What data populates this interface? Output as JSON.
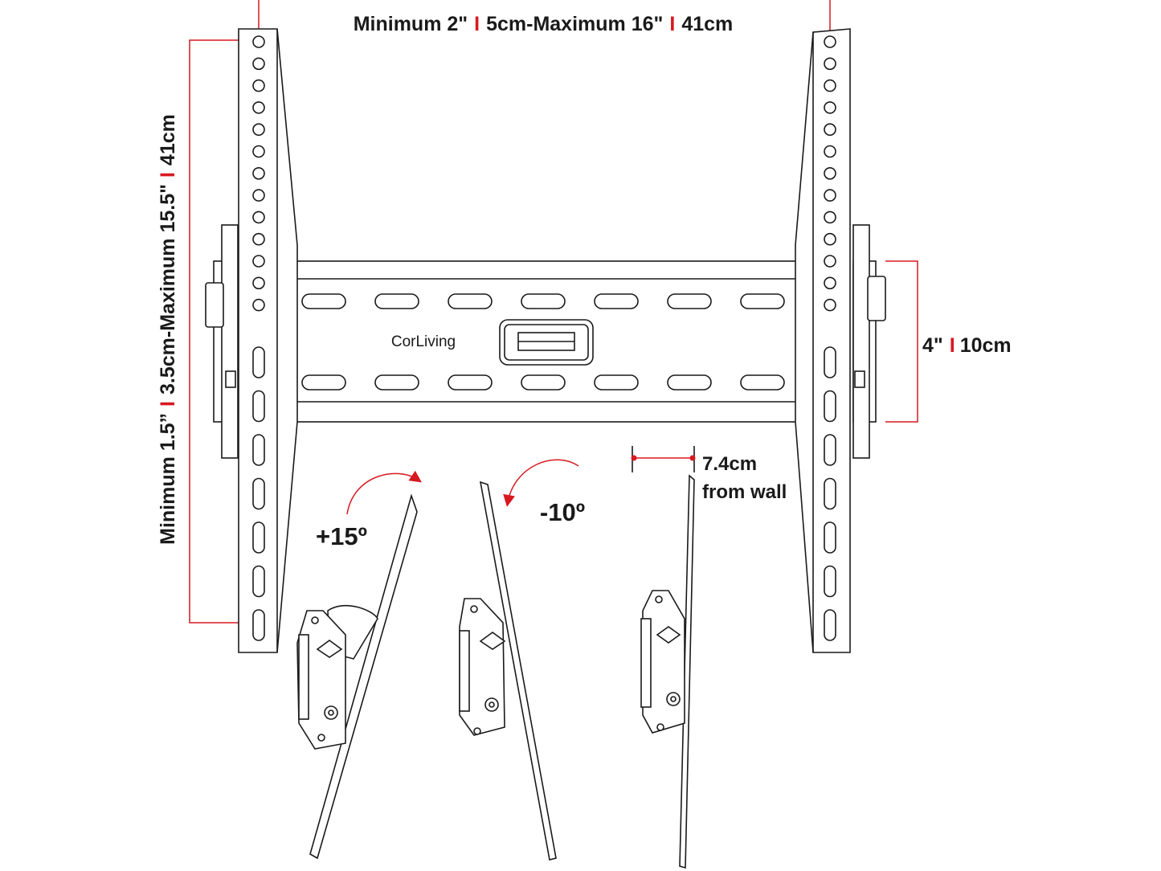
{
  "dimensions": {
    "width_min": "Minimum 2\"",
    "width_min_cm": "5cm-Maximum 16\"",
    "width_max_cm": "41cm",
    "height_min": "Minimum 1.5”",
    "height_mid": "3.5cm-Maximum 15.5\"",
    "height_max_cm": "41cm",
    "spacing_in": "4\"",
    "spacing_cm": "10cm",
    "separator": "I"
  },
  "brand": {
    "logo_text": "CorLiving"
  },
  "tilt": {
    "up_label": "+15º",
    "down_label": "-10º",
    "distance_value": "7.4cm",
    "distance_unit": "from wall"
  },
  "colors": {
    "accent": "#d71920",
    "line": "#1a1a1a",
    "background": "#ffffff"
  }
}
